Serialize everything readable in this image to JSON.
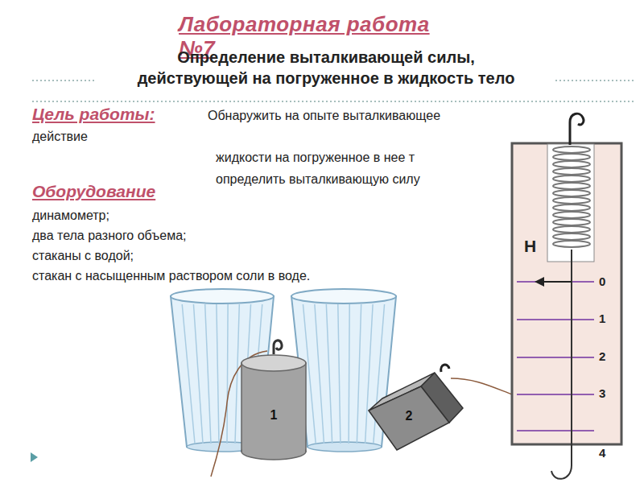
{
  "diagram": {
    "title": "Лабораторная работа №7",
    "nodes": [
      {
        "text": [
          "1"
        ]
      },
      {
        "text": [
          "2"
        ]
      }
    ],
    "labels": [
      "Определение выталкивающей силы, действующей на погруженное в жидкость тело",
      "Цель работы:",
      "Обнаружить на опыте выталкивающее действие",
      "жидкости на погруженное в нее т",
      "определить выталкивающую силу",
      "Оборудование",
      "динамометр;",
      "два тела разного объема;",
      "стаканы с водой;",
      "стакан с насыщенным раствором соли в воде.",
      "Н",
      "0",
      "1",
      "2",
      "3",
      "4"
    ]
  }
}
